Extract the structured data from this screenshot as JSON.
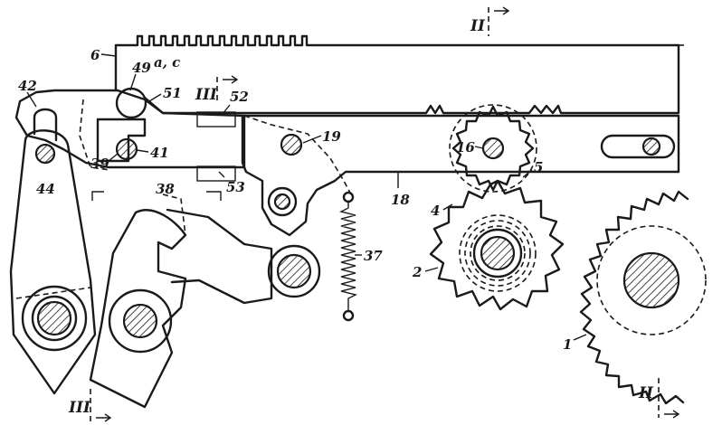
{
  "labels": {
    "l6": "6",
    "l49": "49",
    "lac": "a, c",
    "l42": "42",
    "l51": "51",
    "l52": "52",
    "l19": "19",
    "l16": "16",
    "l5": "5",
    "l39": "39",
    "l41": "41",
    "l38": "38",
    "l53": "53",
    "l44": "44",
    "l18": "18",
    "l4": "4",
    "l37": "37",
    "l2": "2",
    "l1": "1"
  },
  "section_marks": {
    "top_II": "II",
    "mid_III": "III",
    "bottom_III": "III",
    "bottom_II": "II"
  }
}
